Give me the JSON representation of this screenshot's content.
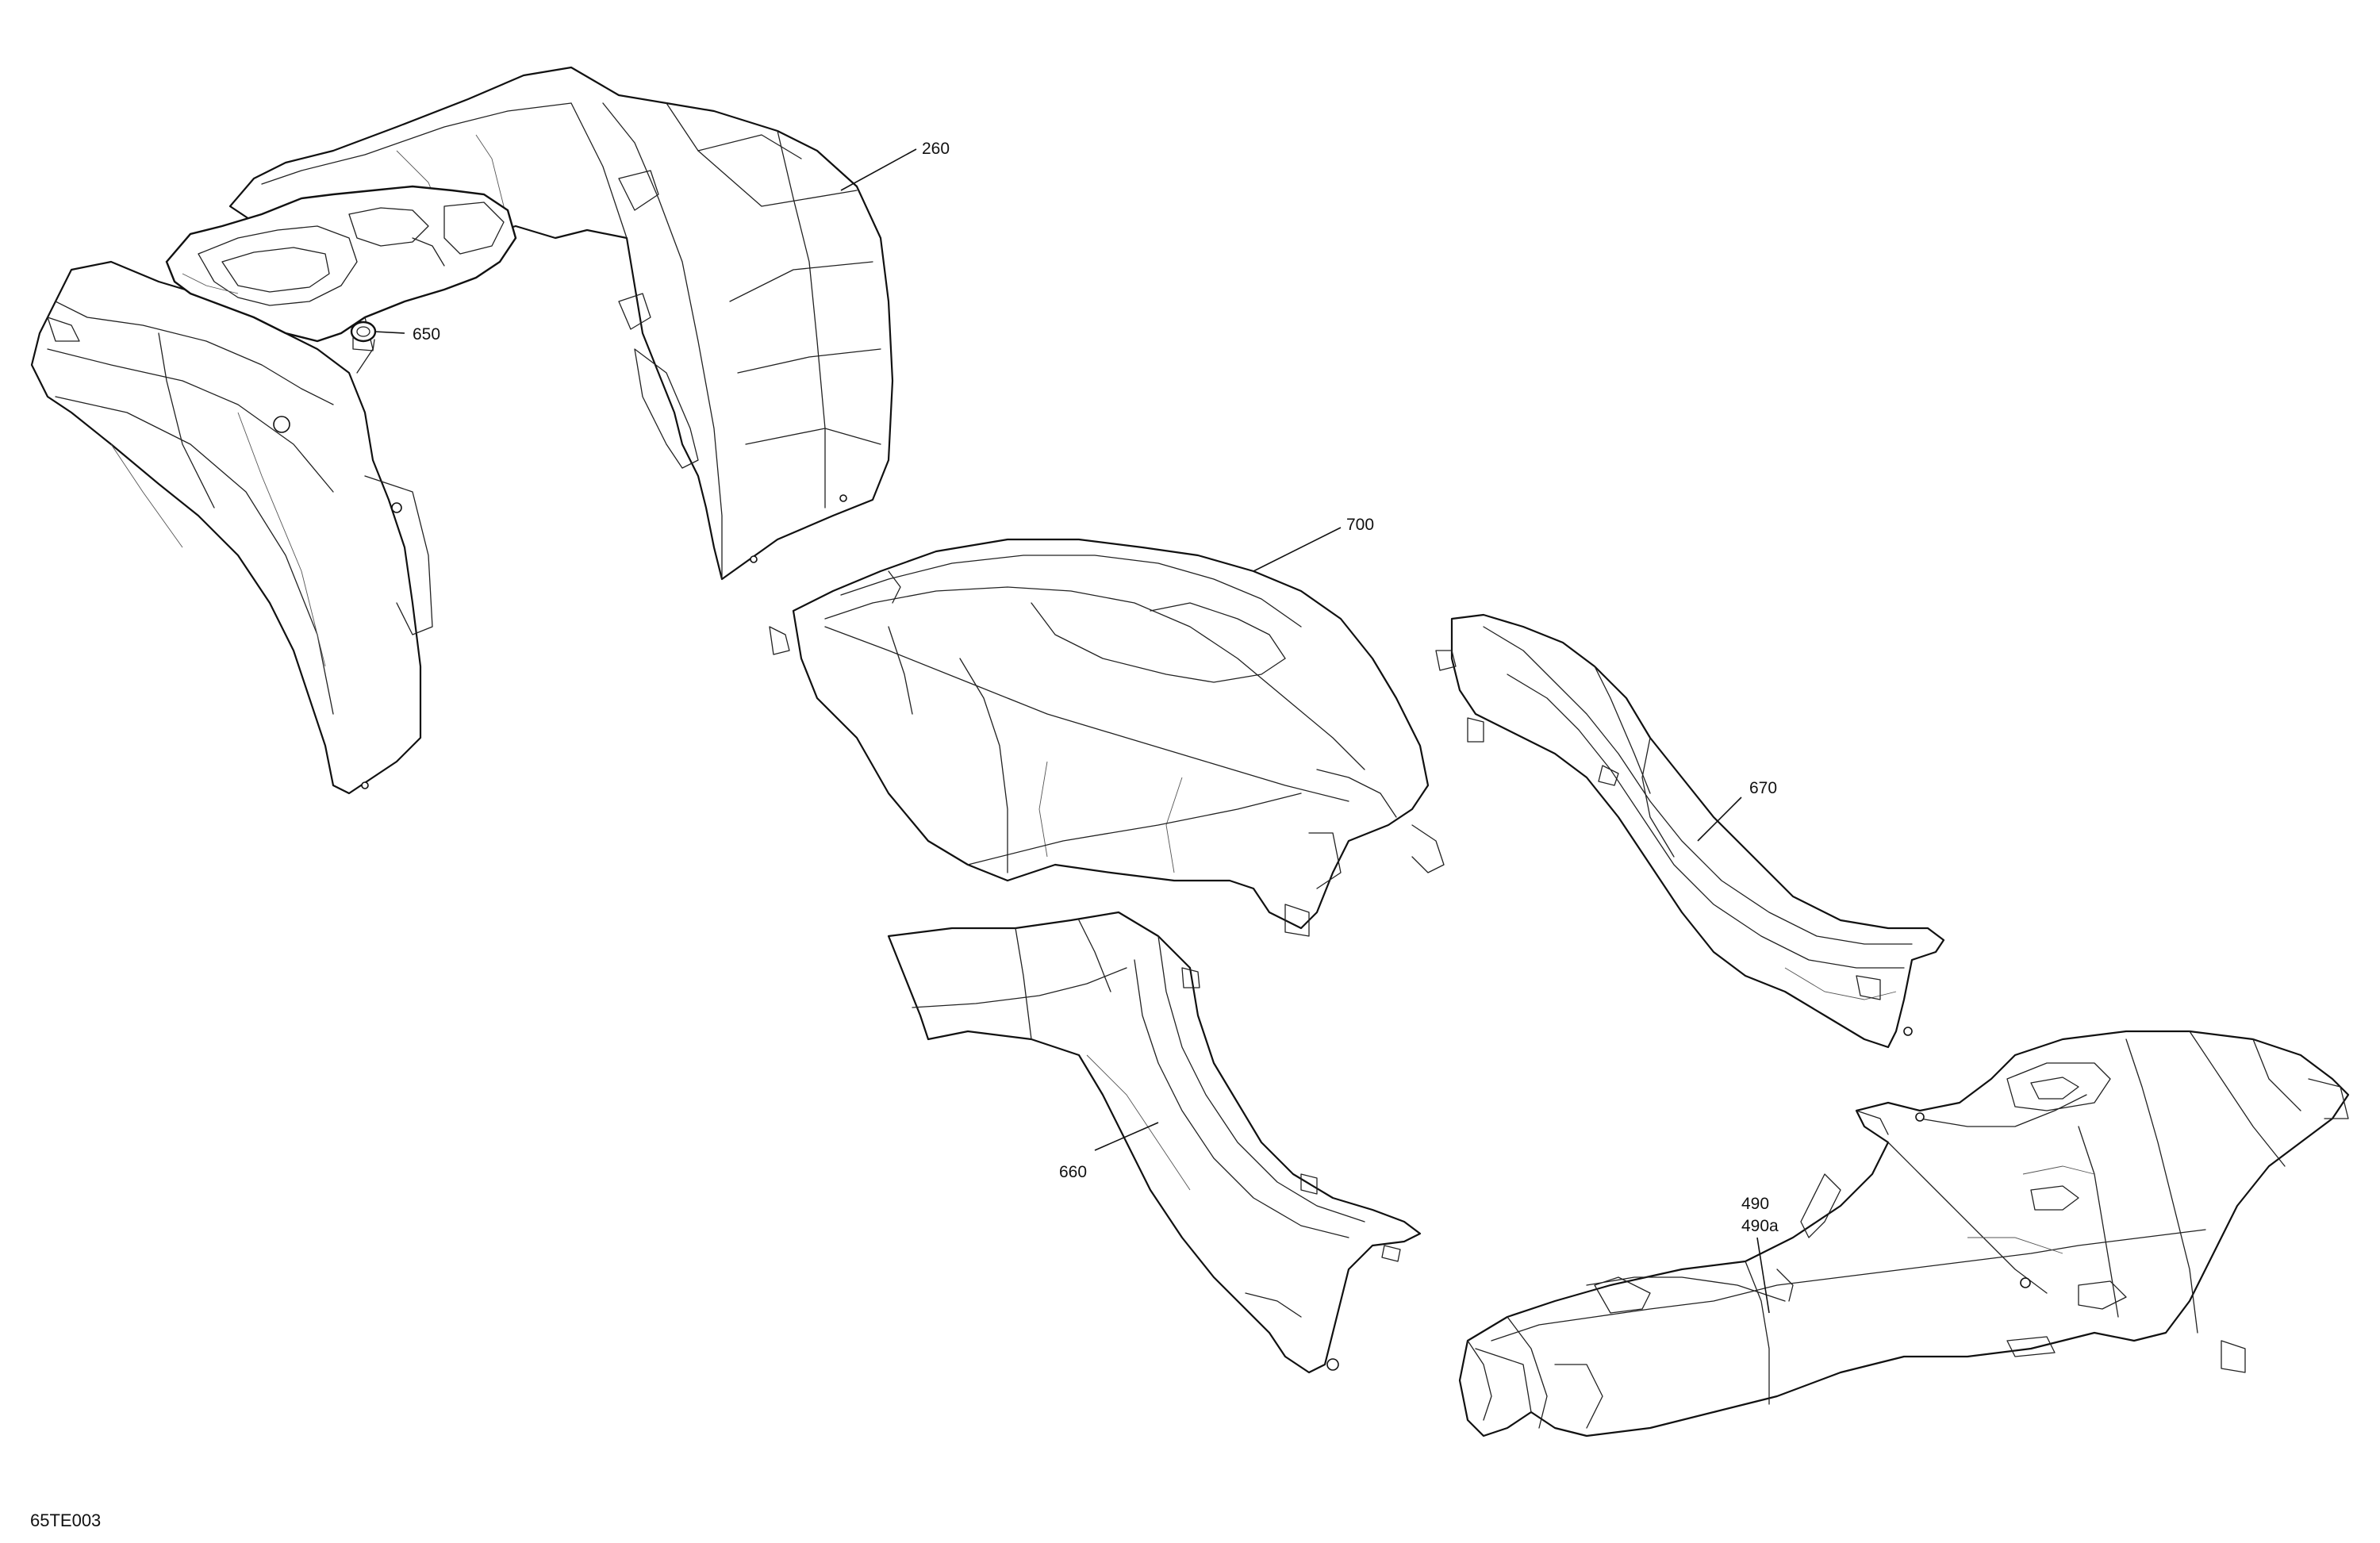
{
  "diagram": {
    "callouts": {
      "c260": "260",
      "c650": "650",
      "c700": "700",
      "c670": "670",
      "c660": "660",
      "c490": "490",
      "c490a": "490a"
    },
    "drawing_code": "65TE003"
  }
}
